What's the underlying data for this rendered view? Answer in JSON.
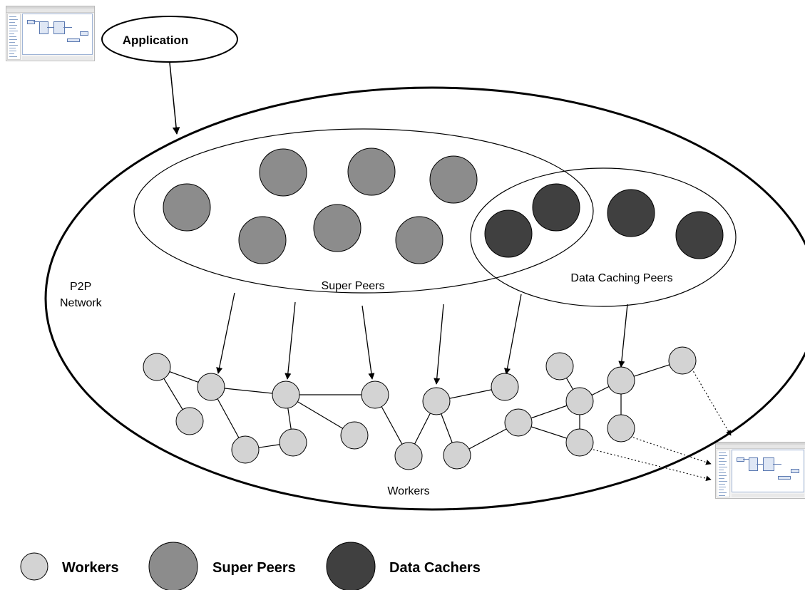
{
  "diagram": {
    "application_label": "Application",
    "p2p_network_label": [
      "P2P",
      "Network"
    ],
    "super_peers_label": "Super Peers",
    "data_caching_peers_label": "Data Caching Peers",
    "workers_label": "Workers"
  },
  "legend": {
    "workers": "Workers",
    "super_peers": "Super Peers",
    "data_cachers": "Data Cachers"
  },
  "colors": {
    "worker_fill": "#d3d3d3",
    "super_peer_fill": "#8c8c8c",
    "data_cacher_fill": "#404040",
    "stroke": "#000000"
  },
  "icons": {
    "source_thumbnail": "workflow-editor-screenshot-icon",
    "target_thumbnail": "workflow-editor-screenshot-icon"
  }
}
